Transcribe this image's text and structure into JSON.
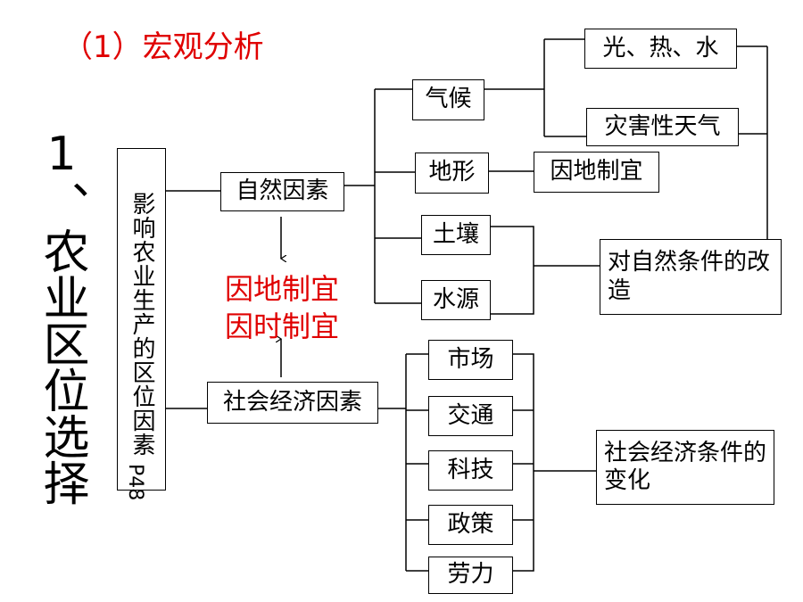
{
  "title": "（1）宏观分析",
  "side_heading": "1、农业区位选择",
  "main_box": "影响农业生产的区位因素",
  "page_ref": "P48",
  "natural": {
    "label": "自然因素",
    "children": {
      "climate": "气候",
      "climate_children": [
        "光、热、水",
        "灾害性天气"
      ],
      "terrain": "地形",
      "terrain_child": "因地制宜",
      "soil": "土壤",
      "water": "水源"
    },
    "modify": "对自然条件的改造"
  },
  "center_text": {
    "line1": "因地制宜",
    "line2": "因时制宜"
  },
  "socio": {
    "label": "社会经济因素",
    "children": [
      "市场",
      "交通",
      "科技",
      "政策",
      "劳力"
    ],
    "change": "社会经济条件的变化"
  },
  "colors": {
    "accent": "#e00000",
    "line": "#000000"
  }
}
